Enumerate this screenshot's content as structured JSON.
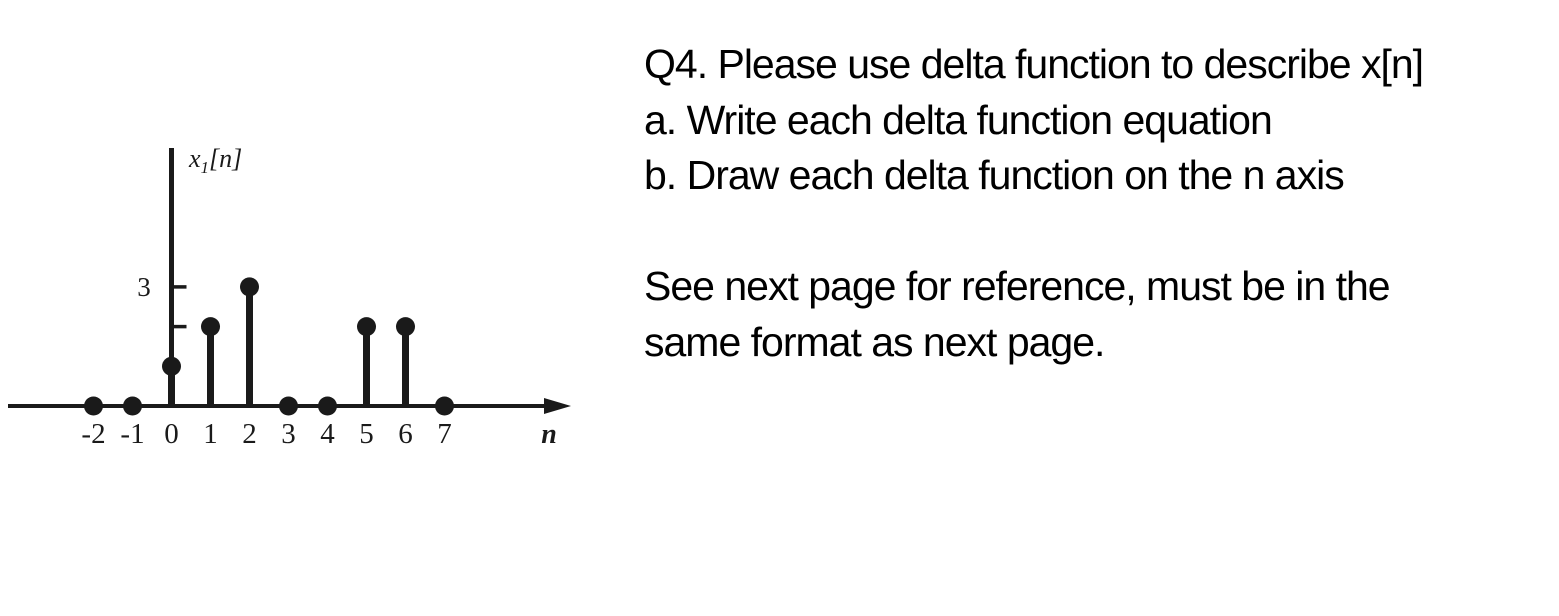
{
  "question": {
    "lines": [
      "Q4. Please use delta function to describe x[n]",
      "a. Write each delta function equation",
      "b. Draw each delta function on the n axis",
      "",
      "See next page for reference, must be in the",
      "same format as next page."
    ]
  },
  "chart_data": {
    "type": "stem",
    "title": "",
    "ylabel": "x₁[n]",
    "xlabel": "n",
    "x": [
      -2,
      -1,
      0,
      1,
      2,
      3,
      4,
      5,
      6,
      7
    ],
    "values": [
      0,
      0,
      1,
      2,
      3,
      0,
      0,
      2,
      2,
      0
    ],
    "xtick_labels": [
      "-2",
      "-1",
      "0",
      "1",
      "2",
      "3",
      "4",
      "5",
      "6",
      "7"
    ],
    "ytick_marks": [
      2,
      3
    ],
    "ytick_labels": [
      {
        "value": 3,
        "label": "3"
      }
    ],
    "xlim": [
      -4,
      10
    ],
    "ylim": [
      0,
      6.5
    ],
    "grid": false,
    "legend": false,
    "ink_color": "#1a1a1a"
  }
}
